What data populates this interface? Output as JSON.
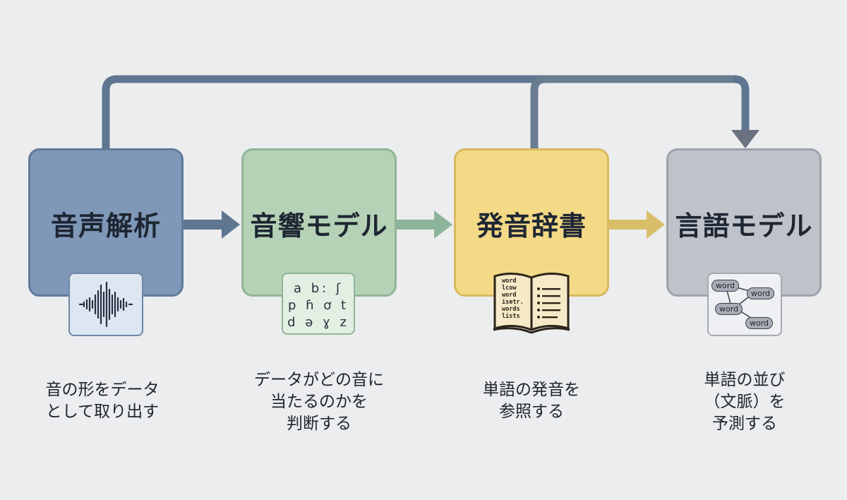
{
  "steps": [
    {
      "title": "音声解析",
      "description": [
        "音の形をデータ",
        "として取り出す"
      ],
      "icon": "waveform-icon",
      "color": "#7f98b8"
    },
    {
      "title": "音響モデル",
      "description": [
        "データがどの音に",
        "当たるのかを",
        "判断する"
      ],
      "icon": "phoneme-symbols-icon",
      "color": "#b5d2b6",
      "phoneme_rows": [
        "a b: ʃ",
        "p ɦ ơ t",
        "d ə ɣ z"
      ]
    },
    {
      "title": "発音辞書",
      "description": [
        "単語の発音を",
        "参照する"
      ],
      "icon": "open-book-icon",
      "color": "#f4d986",
      "book_words": [
        "word",
        "lcow",
        "word",
        "isetr.",
        "words",
        "lists"
      ]
    },
    {
      "title": "言語モデル",
      "description": [
        "単語の並び",
        "（文脈）を",
        "予測する"
      ],
      "icon": "word-network-icon",
      "color": "#bfc2c9",
      "word_tags": [
        "word",
        "word",
        "word",
        "word"
      ]
    }
  ]
}
